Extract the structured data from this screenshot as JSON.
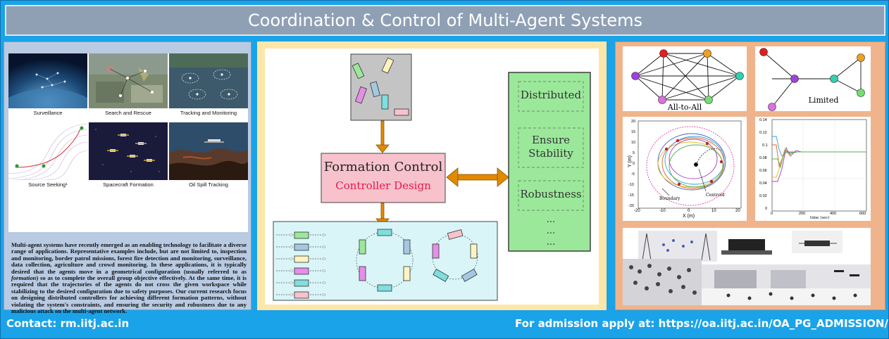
{
  "title": "Coordination & Control of Multi-Agent Systems",
  "applications": [
    {
      "label": "Surveillance"
    },
    {
      "label": "Search and Rescue"
    },
    {
      "label": "Tracking and Monitoring"
    },
    {
      "label": "Source Seeking¹"
    },
    {
      "label": "Spacecraft Formation"
    },
    {
      "label": "Oil Spill Tracking"
    }
  ],
  "description": {
    "part1": "Multi-agent systems have recently emerged as an enabling technology to facilitate a diverse range of applications. Representative examples include, but are not limited to, inspection and monitoring, border patrol missions, forest fire detection and monitoring, surveillance, data collection, agriculture and crowd monitoring. In these applications, it is typically desired that the agents move in a geometrical configuration (usually referred to as ",
    "emphasis": "formation",
    "part2": ") so as to complete the overall group objective effectively. At the same time, it is required that the trajectories of the agents do not cross the given workspace while stabilizing to the desired configuration due to safety purposes. Our current research focus on designing distributed controllers for achieving different formation patterns, without violating the system's constraints, and ensuring the security and robustness due to any malicious attack on the multi-agent network."
  },
  "diagram": {
    "formation_control": "Formation Control",
    "controller_design": "Controller Design",
    "properties": [
      "Distributed",
      "Ensure Stability",
      "Robustness"
    ],
    "ellipsis": "..."
  },
  "network": {
    "all_to_all": "All-to-All",
    "limited": "Limited"
  },
  "trajectory_plot": {
    "ylabel": "Y (m)",
    "xlabel": "X (m)",
    "xticks": [
      "-20",
      "-10",
      "0",
      "10",
      "20"
    ],
    "yticks": [
      "20",
      "15",
      "10",
      "5",
      "0",
      "-5",
      "-10",
      "-15",
      "-20"
    ],
    "annotations": [
      "Boundary",
      "Centroid"
    ]
  },
  "response_plot": {
    "xlabel": "time (sec)",
    "xticks": [
      "0",
      "200",
      "400",
      "600"
    ],
    "yticks": [
      "0.14",
      "0.12",
      "0.1",
      "0.08",
      "0.06",
      "0.04",
      "0.02",
      "0"
    ]
  },
  "footer": {
    "contact": "Contact: rm.iitj.ac.in",
    "admission": "For admission apply at: https://oa.iitj.ac.in/OA_PG_ADMISSION/"
  },
  "colors": {
    "background": "#1aa3e8",
    "title_bar": "#8fa0b5",
    "left_panel": "#b9cbe3",
    "center_panel": "#fde7a8",
    "right_panel": "#f0b48d",
    "formation_box": "#f7c2cc",
    "formation_text": "#e8174a",
    "properties_box": "#9be89b",
    "formations_box": "#d9f5f8",
    "arrow": "#e08a00"
  }
}
